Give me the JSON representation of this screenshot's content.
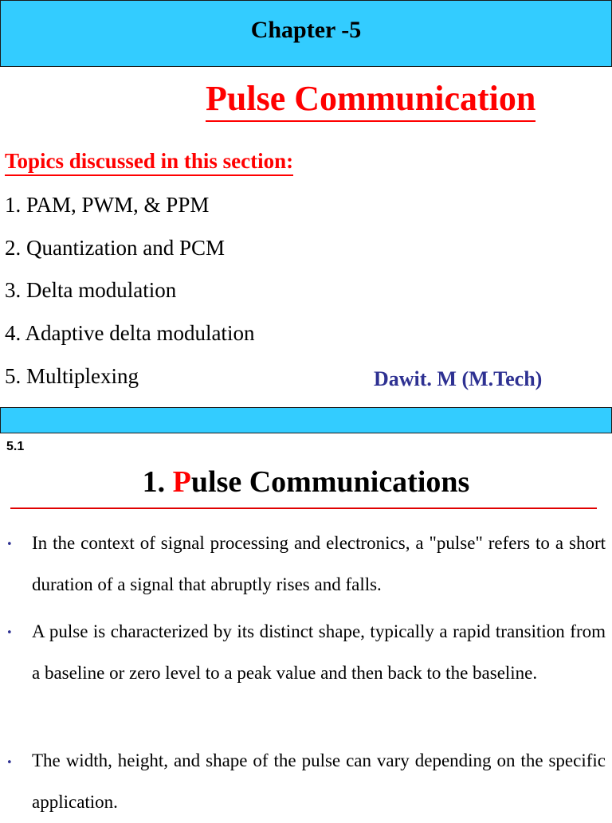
{
  "header": {
    "chapter": "Chapter -5"
  },
  "title": "Pulse Communication",
  "topics": {
    "heading": "Topics discussed in this section:",
    "items": [
      "1. PAM, PWM, & PPM",
      "2. Quantization and PCM",
      "3. Delta modulation",
      "4. Adaptive delta modulation",
      "5. Multiplexing"
    ]
  },
  "author": "Dawit. M (M.Tech)",
  "section": {
    "number": "5.1",
    "title_prefix": "1. ",
    "title_first_letter": "P",
    "title_rest": "ulse Communications",
    "bullet_glyph": "•",
    "bullets": [
      "In the context of signal processing and electronics, a \"pulse\" refers to a short duration of a signal that abruptly rises and falls.",
      "A pulse is characterized by its distinct shape, typically a rapid transition from a baseline or zero level to a peak value and then back to the baseline.",
      "The width, height, and shape of the pulse can vary depending on the specific application."
    ]
  },
  "colors": {
    "banner": "#33ccff",
    "title_red": "#ff0000",
    "author_blue": "#2e3192"
  }
}
